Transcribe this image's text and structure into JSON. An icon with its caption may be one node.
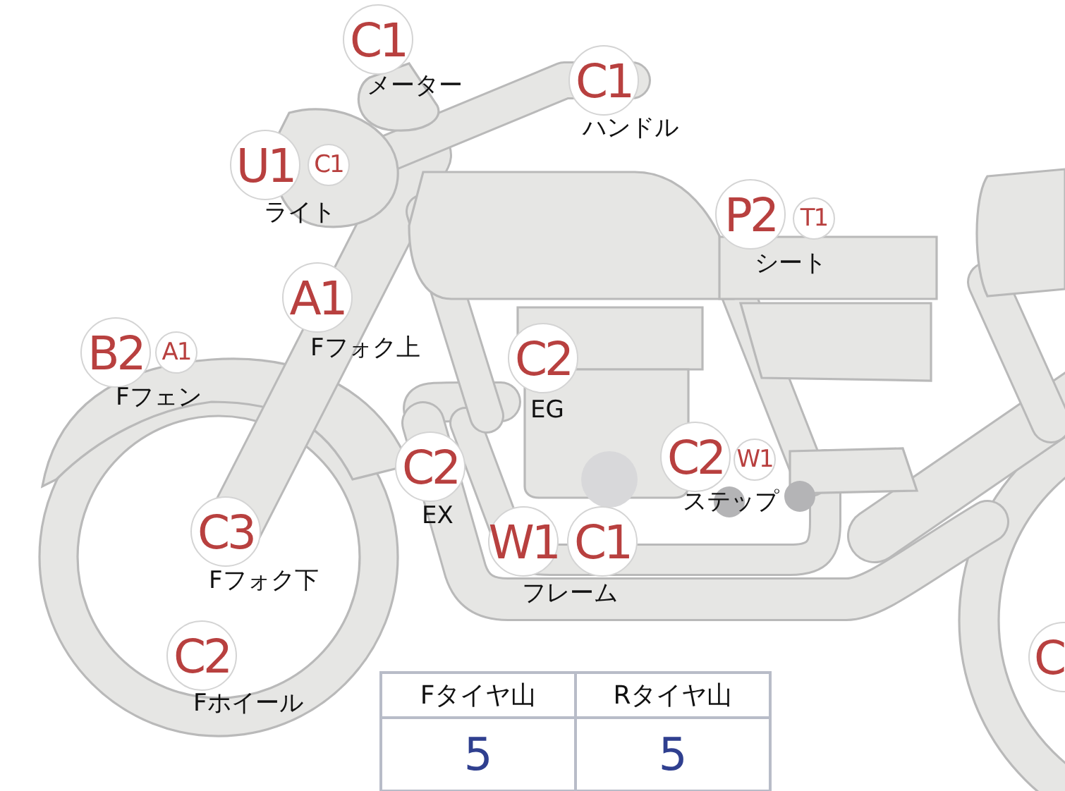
{
  "diagram": {
    "nodes": [
      {
        "text": [
          "C1"
        ],
        "beside": [
          "メーター"
        ]
      },
      {
        "text": [
          "C1"
        ],
        "beside": [
          "ハンドル"
        ]
      },
      {
        "text": [
          "U1"
        ],
        "beside": [
          "ライト"
        ]
      },
      {
        "text": [
          "C1"
        ]
      },
      {
        "text": [
          "P2"
        ],
        "beside": [
          "シート"
        ]
      },
      {
        "text": [
          "T1"
        ]
      },
      {
        "text": [
          "A1"
        ],
        "beside": [
          "Fフォク上"
        ]
      },
      {
        "text": [
          "B2"
        ],
        "beside": [
          "Fフェン"
        ]
      },
      {
        "text": [
          "A1"
        ]
      },
      {
        "text": [
          "C2"
        ],
        "beside": [
          "EG"
        ]
      },
      {
        "text": [
          "C2"
        ],
        "beside": [
          "EX"
        ]
      },
      {
        "text": [
          "C2"
        ],
        "beside": [
          "ステップ"
        ]
      },
      {
        "text": [
          "W1"
        ]
      },
      {
        "text": [
          "C3"
        ],
        "beside": [
          "Fフォク下"
        ]
      },
      {
        "text": [
          "W1"
        ],
        "beside": [
          "フレーム"
        ]
      },
      {
        "text": [
          "C1"
        ]
      },
      {
        "text": [
          "C2"
        ],
        "beside": [
          "Fホイール"
        ]
      },
      {
        "text": [
          "C"
        ]
      }
    ],
    "labels": [
      "Fタイヤ山",
      "Rタイヤ山",
      "5",
      "5"
    ]
  }
}
